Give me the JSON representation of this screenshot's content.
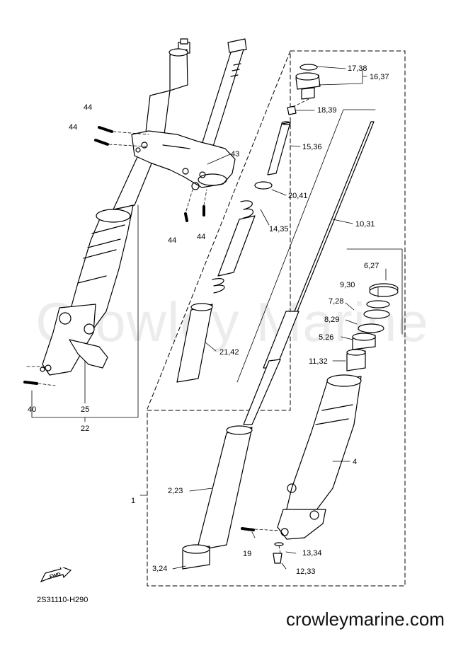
{
  "watermark": "Crowley Marine",
  "diagram_code": "2S31110-H290",
  "website": "crowleymarine.com",
  "fwd_label": "FWD",
  "callouts": {
    "c44a": "44",
    "c44b": "44",
    "c44c": "44",
    "c44d": "44",
    "c43": "43",
    "c40": "40",
    "c25": "25",
    "c22": "22",
    "c1": "1",
    "c1738": "17,38",
    "c1637": "16,37",
    "c1839": "18,39",
    "c1536": "15,36",
    "c2041": "20,41",
    "c1435": "14,35",
    "c1031": "10,31",
    "c627": "6,27",
    "c930": "9,30",
    "c728": "7,28",
    "c829": "8,29",
    "c526": "5,26",
    "c1132": "11,32",
    "c2142": "21,42",
    "c4": "4",
    "c223": "2,23",
    "c19": "19",
    "c1334": "13,34",
    "c324": "3,24",
    "c1233": "12,33"
  }
}
